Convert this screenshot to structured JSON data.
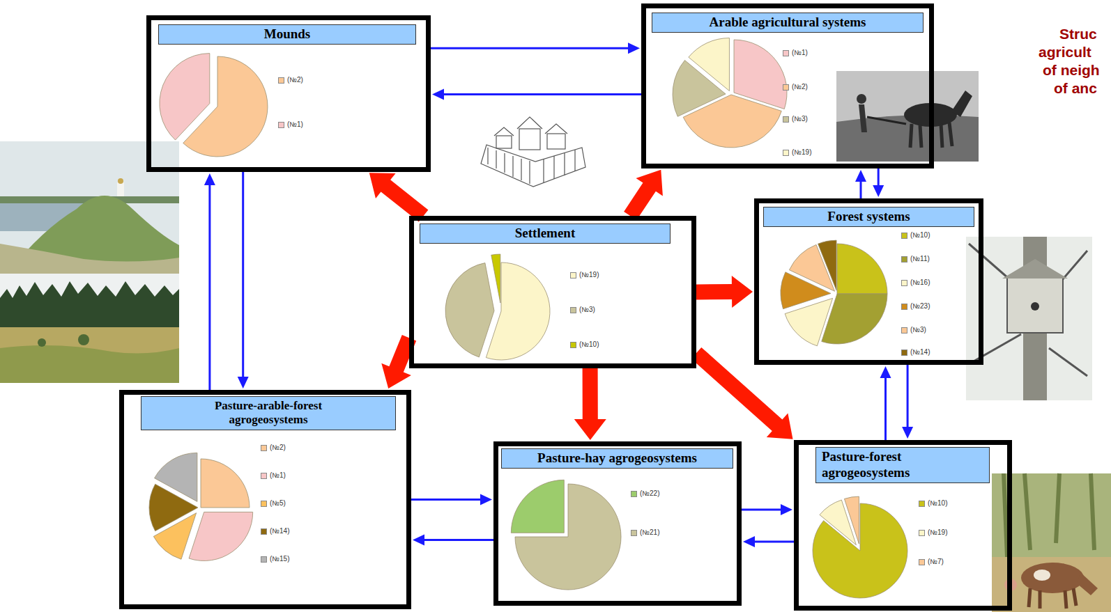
{
  "diagram": {
    "nodes": [
      {
        "text": [
          "Mounds",
          "(№2)",
          "(№1)"
        ]
      },
      {
        "text": [
          "Arable agricultural systems",
          "(№1)",
          "(№2)",
          "(№3)",
          "(№19)"
        ]
      },
      {
        "text": [
          "Settlement",
          "(№19)",
          "(№3)",
          "(№10)"
        ]
      },
      {
        "text": [
          "Forest systems",
          "(№10)",
          "(№11)",
          "(№16)",
          "(№23)",
          "(№3)",
          "(№14)"
        ]
      },
      {
        "text": [
          "Pasture-arable-forest agrogeosystems",
          "(№2)",
          "(№1)",
          "(№5)",
          "(№14)",
          "(№15)"
        ]
      },
      {
        "text": [
          "Pasture-hay agrogeosystems",
          "(№22)",
          "(№21)"
        ]
      },
      {
        "text": [
          "Pasture-forest agrogeosystems",
          "(№10)",
          "(№19)",
          "(№7)"
        ]
      }
    ],
    "edges": [
      {
        "from": 2,
        "to": 0,
        "arrow": "to"
      },
      {
        "from": 2,
        "to": 1,
        "arrow": "to"
      },
      {
        "from": 2,
        "to": 3,
        "arrow": "to"
      },
      {
        "from": 2,
        "to": 4,
        "arrow": "to"
      },
      {
        "from": 2,
        "to": 5,
        "arrow": "to"
      },
      {
        "from": 2,
        "to": 6,
        "arrow": "to"
      },
      {
        "from": 0,
        "to": 1,
        "arrow": "to"
      },
      {
        "from": 1,
        "to": 0,
        "arrow": "to"
      },
      {
        "from": 3,
        "to": 1,
        "arrow": "to"
      },
      {
        "from": 1,
        "to": 3,
        "arrow": "to"
      },
      {
        "from": 4,
        "to": 0,
        "arrow": "to"
      },
      {
        "from": 0,
        "to": 4,
        "arrow": "to"
      },
      {
        "from": 4,
        "to": 5,
        "arrow": "to"
      },
      {
        "from": 5,
        "to": 4,
        "arrow": "to"
      },
      {
        "from": 5,
        "to": 6,
        "arrow": "to"
      },
      {
        "from": 6,
        "to": 5,
        "arrow": "to"
      },
      {
        "from": 6,
        "to": 3,
        "arrow": "to"
      },
      {
        "from": 3,
        "to": 6,
        "arrow": "to"
      }
    ],
    "labels": [
      "Struc",
      "agricult",
      "of neigh",
      "of anc"
    ]
  }
}
